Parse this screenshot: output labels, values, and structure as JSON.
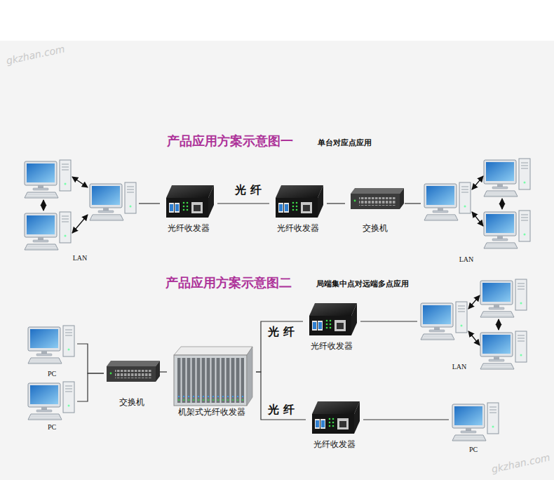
{
  "diagram": {
    "nodes": [
      {
        "text": [
          "LAN"
        ]
      },
      {
        "text": [
          "光纤收发器"
        ]
      },
      {
        "text": [
          "光纤收发器"
        ]
      },
      {
        "text": [
          "交换机"
        ]
      },
      {
        "text": [
          "LAN"
        ]
      },
      {
        "text": [
          "PC"
        ]
      },
      {
        "text": [
          "PC"
        ]
      },
      {
        "text": [
          "交换机"
        ]
      },
      {
        "text": [
          "机架式光纤收发器"
        ]
      },
      {
        "text": [
          "光纤收发器"
        ]
      },
      {
        "text": [
          "LAN"
        ]
      },
      {
        "text": [
          "光纤收发器"
        ]
      },
      {
        "text": [
          "PC"
        ]
      }
    ],
    "edges": [
      {
        "from": 0,
        "to": 1,
        "arrow": "none"
      },
      {
        "from": 1,
        "to": 2,
        "label": "光 纤",
        "arrow": "none"
      },
      {
        "from": 2,
        "to": 3,
        "arrow": "none"
      },
      {
        "from": 3,
        "to": 4,
        "arrow": "none"
      },
      {
        "from": 5,
        "to": 7,
        "arrow": "none"
      },
      {
        "from": 6,
        "to": 7,
        "arrow": "none"
      },
      {
        "from": 7,
        "to": 8,
        "arrow": "none"
      },
      {
        "from": 8,
        "to": 9,
        "label": "光 纤",
        "arrow": "none"
      },
      {
        "from": 8,
        "to": 11,
        "label": "光 纤",
        "arrow": "none"
      },
      {
        "from": 9,
        "to": 10,
        "arrow": "none"
      },
      {
        "from": 11,
        "to": 12,
        "arrow": "none"
      }
    ],
    "labels": [
      "gkzhan.com",
      "产品应用方案示意图一",
      "单台对应点应用",
      "产品应用方案示意图二",
      "局端集中点对远端多点应用",
      "gkzhan.com"
    ]
  }
}
